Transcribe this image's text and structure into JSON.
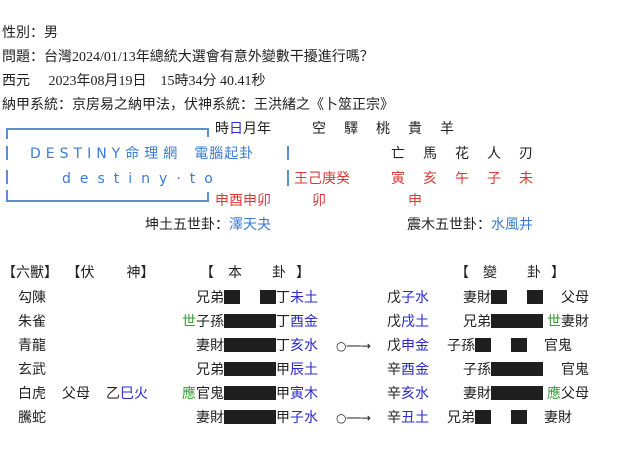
{
  "header": {
    "gender_label": "性別：男",
    "question_label": "問題：",
    "question_text": "台灣2024/01/13年總統大選會有意外變數干擾進行嗎？",
    "date_label": "西元",
    "date_value": "2023年08月19日　15時34分 40.41秒",
    "system_text": "納甲系統：京房易之納甲法，伏神系統：王洪緒之《卜筮正宗》"
  },
  "logo": {
    "line1": "DESTINY命理網",
    "line1_suffix": "電腦起卦",
    "line2": "destiny·to"
  },
  "pillars": {
    "labels_pre": "時",
    "label_day": "日",
    "labels_post": "月年",
    "stems": "王己庚癸",
    "branches": "申酉申卯"
  },
  "shensha": {
    "headers": [
      "空",
      "驛",
      "桃",
      "貴",
      "羊"
    ],
    "headers2": [
      "亡",
      "馬",
      "花",
      "人",
      "刃"
    ],
    "values": [
      "寅",
      "亥",
      "午",
      "子",
      "未"
    ],
    "extra_left": "卯",
    "extra_right": "申"
  },
  "gua_names": {
    "main_prefix": "坤土五世卦：",
    "main_name": "澤天夬",
    "changed_prefix": "震木五世卦：",
    "changed_name": "水風井"
  },
  "table_headers": {
    "beasts": "【六獸】",
    "fushen_open": "【伏",
    "fushen_close": "神】",
    "main_open": "【",
    "main_mid1": "本",
    "main_mid2": "卦",
    "main_close": "】",
    "changed_open": "【",
    "changed_mid1": "變",
    "changed_mid2": "卦",
    "changed_close": "】"
  },
  "rows": [
    {
      "beast": "勾陳",
      "fu_rel": "",
      "fu_stem": "",
      "fu_branch": "",
      "shiying": "",
      "relation": "兄弟",
      "line": "yin",
      "stem": "丁",
      "branch": "未土",
      "moving": false,
      "c_stem": "戊",
      "c_branch": "子水",
      "c_relation": "妻財",
      "c_line": "yin",
      "c_shiying": "",
      "c_rel2": "父母"
    },
    {
      "beast": "朱雀",
      "fu_rel": "",
      "fu_stem": "",
      "fu_branch": "",
      "shiying": "世",
      "relation": "子孫",
      "line": "yang",
      "stem": "丁",
      "branch": "酉金",
      "moving": false,
      "c_stem": "戊",
      "c_branch": "戌土",
      "c_relation": "兄弟",
      "c_line": "yang",
      "c_shiying": "世",
      "c_rel2": "妻財"
    },
    {
      "beast": "青龍",
      "fu_rel": "",
      "fu_stem": "",
      "fu_branch": "",
      "shiying": "",
      "relation": "妻財",
      "line": "yang",
      "stem": "丁",
      "branch": "亥水",
      "moving": true,
      "arrow": "○──→",
      "c_stem": "戊",
      "c_branch": "申金",
      "c_relation": "子孫",
      "c_line": "yin",
      "c_shiying": "",
      "c_rel2": "官鬼"
    },
    {
      "beast": "玄武",
      "fu_rel": "",
      "fu_stem": "",
      "fu_branch": "",
      "shiying": "",
      "relation": "兄弟",
      "line": "yang",
      "stem": "甲",
      "branch": "辰土",
      "moving": false,
      "c_stem": "辛",
      "c_branch": "酉金",
      "c_relation": "子孫",
      "c_line": "yang",
      "c_shiying": "",
      "c_rel2": "官鬼"
    },
    {
      "beast": "白虎",
      "fu_rel": "父母",
      "fu_stem": "乙",
      "fu_branch": "巳火",
      "shiying": "應",
      "relation": "官鬼",
      "line": "yang",
      "stem": "甲",
      "branch": "寅木",
      "moving": false,
      "c_stem": "辛",
      "c_branch": "亥水",
      "c_relation": "妻財",
      "c_line": "yang",
      "c_shiying": "應",
      "c_rel2": "父母"
    },
    {
      "beast": "騰蛇",
      "fu_rel": "",
      "fu_stem": "",
      "fu_branch": "",
      "shiying": "",
      "relation": "妻財",
      "line": "yang",
      "stem": "甲",
      "branch": "子水",
      "moving": true,
      "arrow": "○──→",
      "c_stem": "辛",
      "c_branch": "丑土",
      "c_relation": "兄弟",
      "c_line": "yin",
      "c_shiying": "",
      "c_rel2": "妻財"
    }
  ],
  "colors": {
    "logo_blue": "#3a7bd5",
    "element_navy": "#2a2ad0",
    "pillar_red": "#d83a3a",
    "shiying_green": "#3a9a3a",
    "yao_black": "#1f1f1f"
  }
}
